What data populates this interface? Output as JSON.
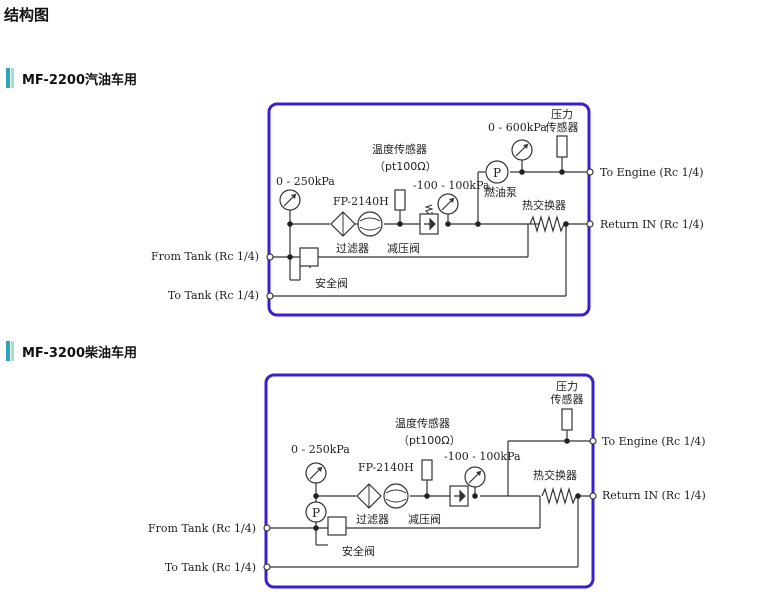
{
  "page": {
    "title": "结构图"
  },
  "sections": [
    {
      "title": "MF-2200汽油车用",
      "labels": {
        "gauge_250": "0 - 250kPa",
        "filter_model": "FP-2140H",
        "temp_sensor_1": "温度传感器",
        "temp_sensor_2": "（pt100Ω）",
        "gauge_100": "-100 - 100kPa",
        "gauge_600": "0 - 600kPa",
        "pressure_sensor_1": "压力",
        "pressure_sensor_2": "传感器",
        "pump_symbol": "P",
        "pump": "燃油泵",
        "heat_exchanger": "热交换器",
        "filter": "过滤器",
        "reducing_valve": "减压阀",
        "safety_valve": "安全阀",
        "to_engine": "To Engine (Rc 1/4)",
        "return_in": "Return IN (Rc 1/4)",
        "from_tank": "From Tank (Rc 1/4)",
        "to_tank": "To Tank (Rc 1/4)"
      }
    },
    {
      "title": "MF-3200柴油车用",
      "labels": {
        "pressure_sensor_1": "压力",
        "pressure_sensor_2": "传感器",
        "temp_sensor_1": "温度传感器",
        "temp_sensor_2": "（pt100Ω）",
        "gauge_250": "0 - 250kPa",
        "filter_model": "FP-2140H",
        "gauge_100": "-100 - 100kPa",
        "heat_exchanger": "热交换器",
        "pump_symbol": "P",
        "filter": "过滤器",
        "reducing_valve": "减压阀",
        "safety_valve": "安全阀",
        "to_engine": "To Engine (Rc 1/4)",
        "return_in": "Return IN (Rc 1/4)",
        "from_tank": "From Tank (Rc 1/4)",
        "to_tank": "To Tank (Rc 1/4)"
      }
    }
  ],
  "colors": {
    "frame": "#3a1fd0",
    "line": "#333333",
    "accent": "#2aa6b8"
  }
}
